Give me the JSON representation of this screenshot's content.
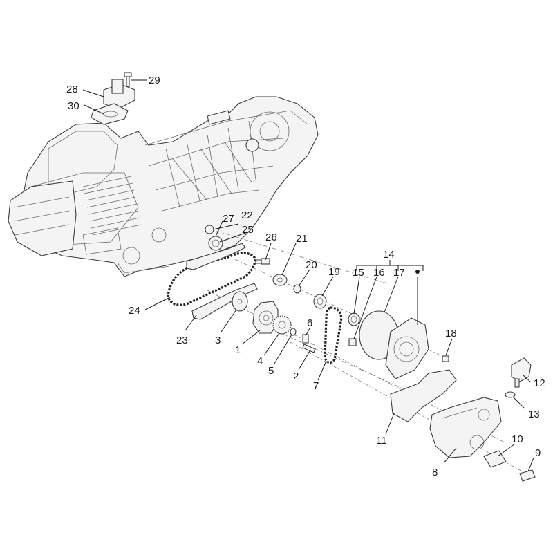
{
  "callouts": [
    {
      "id": "1",
      "label": "1"
    },
    {
      "id": "2",
      "label": "2"
    },
    {
      "id": "3",
      "label": "3"
    },
    {
      "id": "4",
      "label": "4"
    },
    {
      "id": "5",
      "label": "5"
    },
    {
      "id": "6",
      "label": "6"
    },
    {
      "id": "7",
      "label": "7"
    },
    {
      "id": "8",
      "label": "8"
    },
    {
      "id": "9",
      "label": "9"
    },
    {
      "id": "10",
      "label": "10"
    },
    {
      "id": "11",
      "label": "11"
    },
    {
      "id": "12",
      "label": "12"
    },
    {
      "id": "13",
      "label": "13"
    },
    {
      "id": "14",
      "label": "14"
    },
    {
      "id": "15",
      "label": "15"
    },
    {
      "id": "16",
      "label": "16"
    },
    {
      "id": "17",
      "label": "17"
    },
    {
      "id": "18",
      "label": "18"
    },
    {
      "id": "19",
      "label": "19"
    },
    {
      "id": "20",
      "label": "20"
    },
    {
      "id": "21",
      "label": "21"
    },
    {
      "id": "22",
      "label": "22"
    },
    {
      "id": "23",
      "label": "23"
    },
    {
      "id": "24",
      "label": "24"
    },
    {
      "id": "25",
      "label": "25"
    },
    {
      "id": "26",
      "label": "26"
    },
    {
      "id": "27",
      "label": "27"
    },
    {
      "id": "28",
      "label": "28"
    },
    {
      "id": "29",
      "label": "29"
    },
    {
      "id": "30",
      "label": "30"
    }
  ],
  "colors": {
    "line": "#3a3a3a",
    "accent": "#c21f1f"
  }
}
